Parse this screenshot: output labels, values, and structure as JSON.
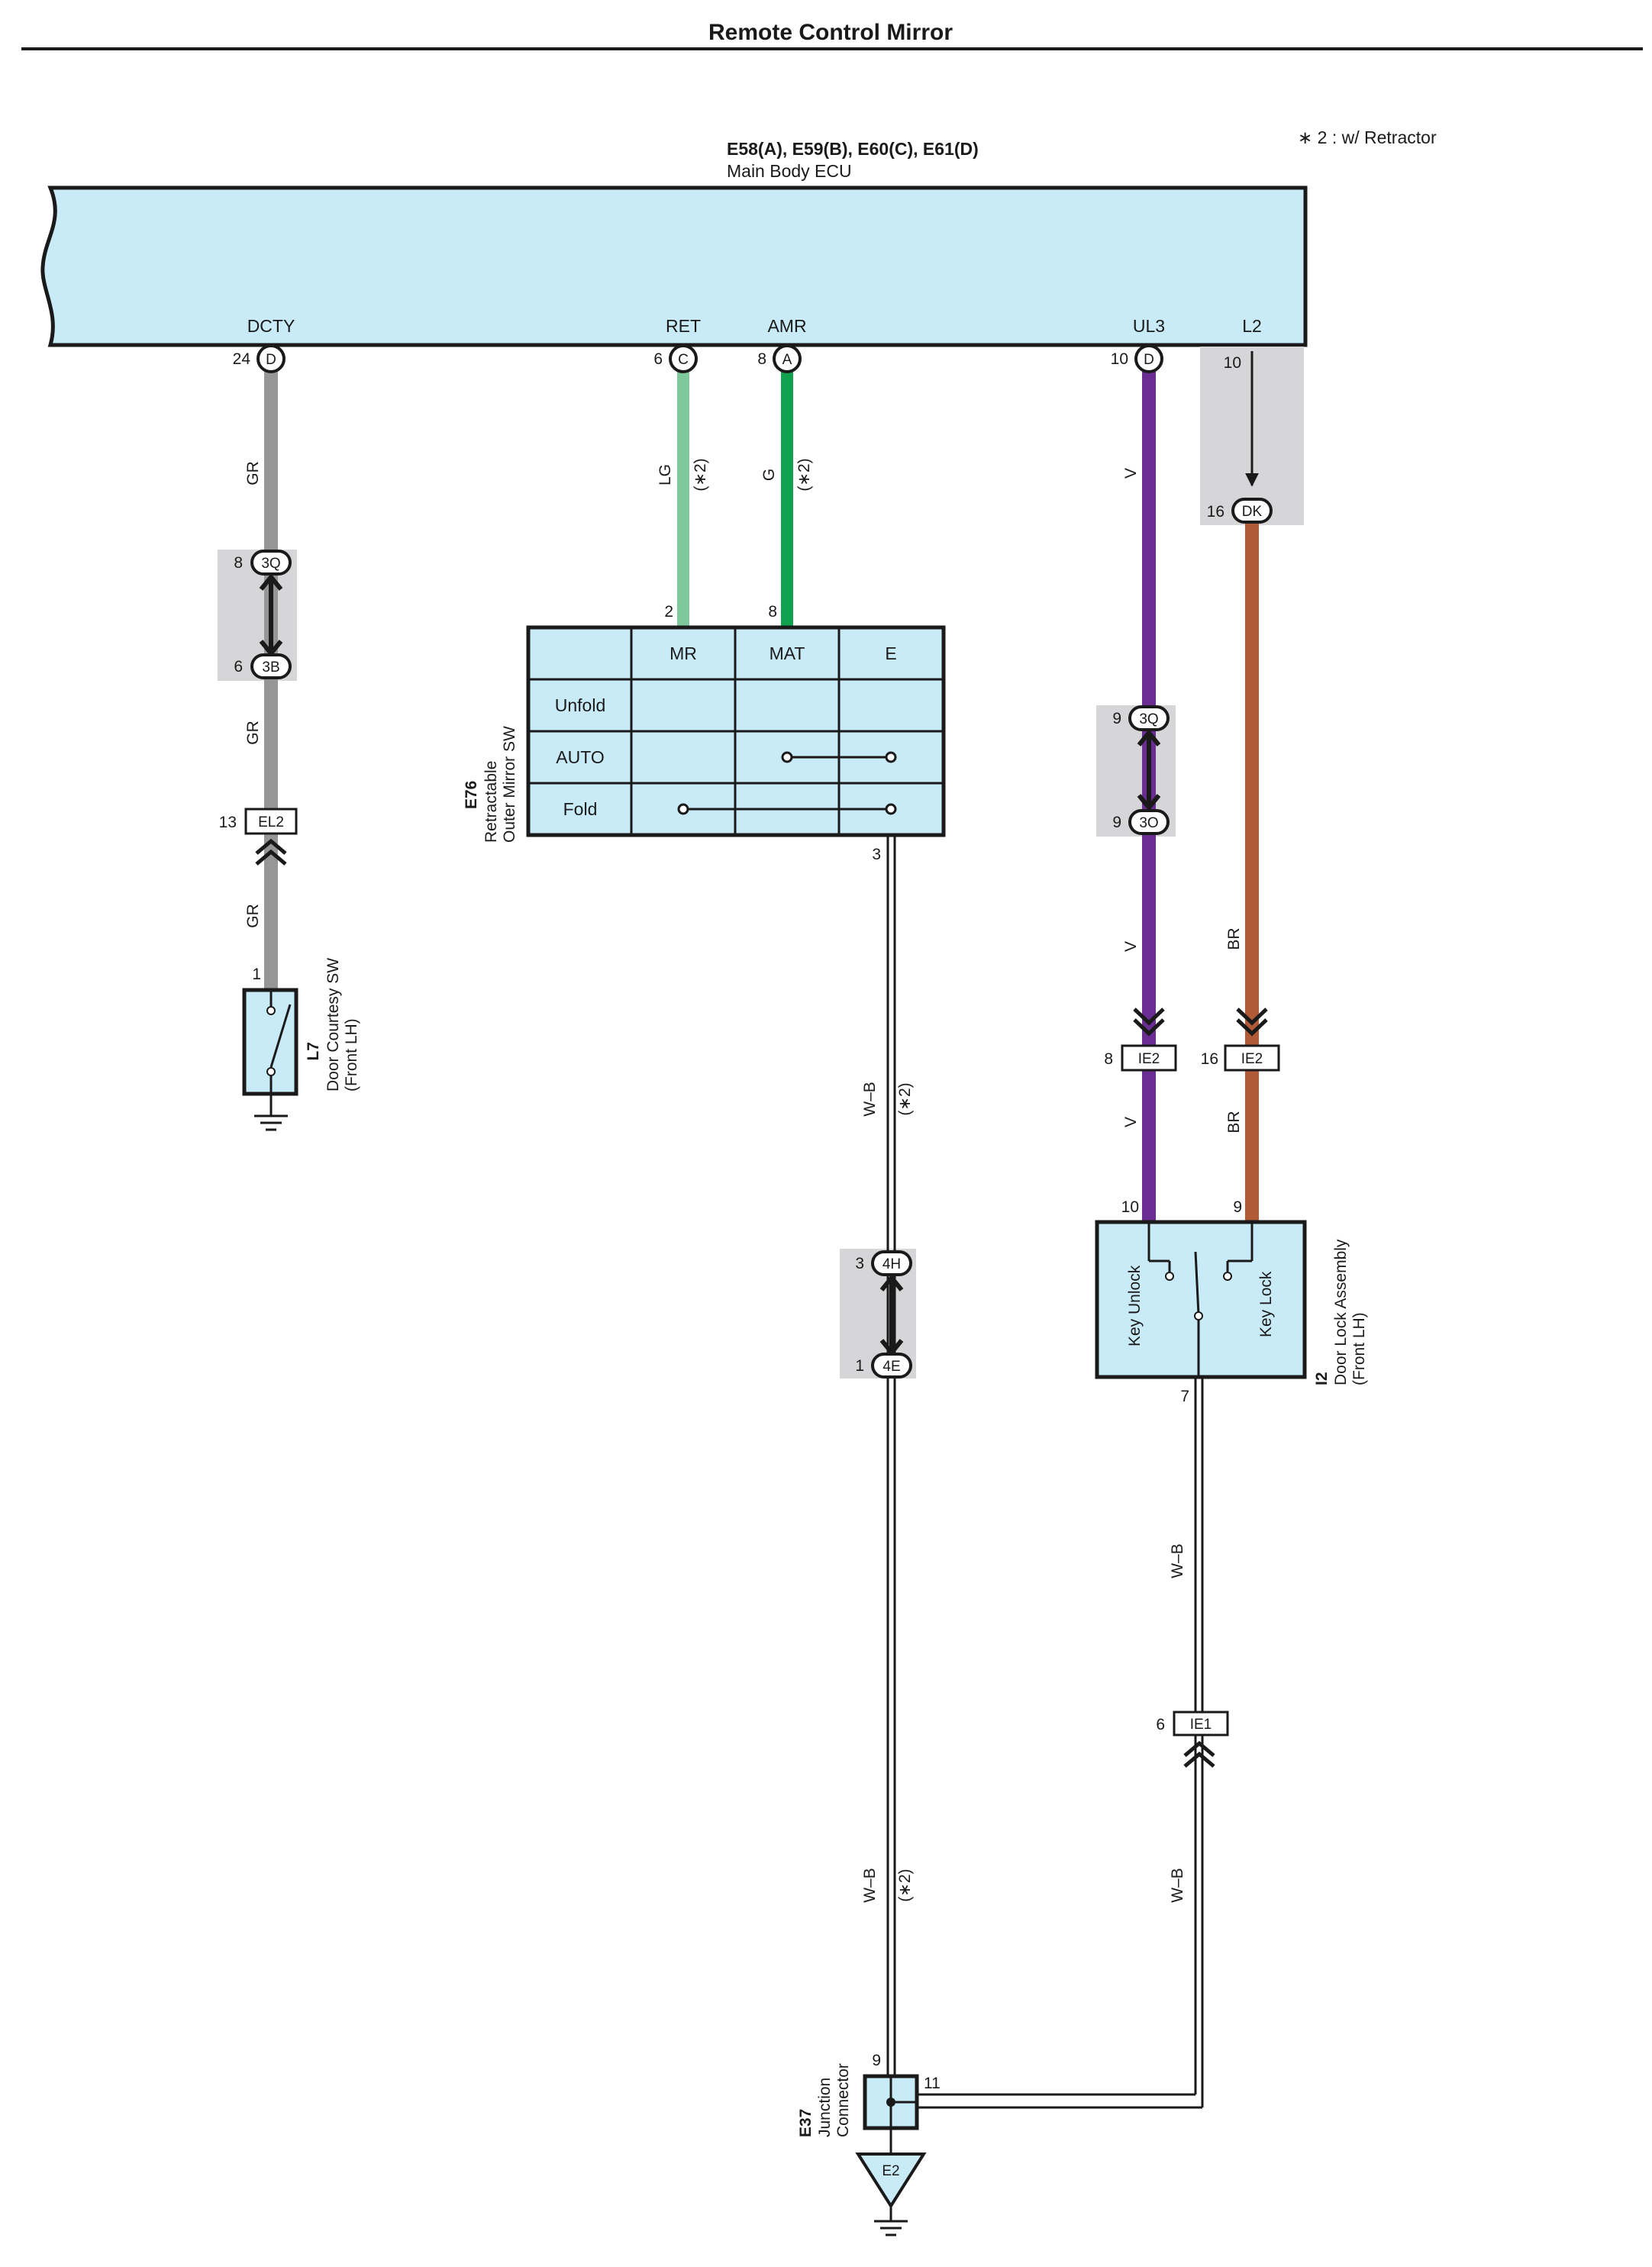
{
  "page": {
    "title": "Remote Control Mirror",
    "note": "∗ 2 : w/ Retractor"
  },
  "ecu": {
    "code": "E58(A), E59(B), E60(C), E61(D)",
    "name": "Main Body ECU",
    "terminals": [
      {
        "name": "DCTY",
        "pin": "24",
        "conn": "D"
      },
      {
        "name": "RET",
        "pin": "6",
        "conn": "C"
      },
      {
        "name": "AMR",
        "pin": "8",
        "conn": "A"
      },
      {
        "name": "UL3",
        "pin": "10",
        "conn": "D"
      },
      {
        "name": "L2",
        "pin": "10"
      }
    ]
  },
  "wires": {
    "dcty_1": "GR",
    "dcty_2": "GR",
    "dcty_3": "GR",
    "ret": "LG",
    "ret_note": "(∗2)",
    "amr": "G",
    "amr_note": "(∗2)",
    "ul3_1": "V",
    "ul3_2": "V",
    "ul3_3": "V",
    "l2_1": "BR",
    "l2_2": "BR",
    "e76_gnd_1": "W–B",
    "e76_gnd_1_note": "(∗2)",
    "e76_gnd_2": "W–B",
    "e76_gnd_2_note": "(∗2)",
    "i2_gnd_1": "W–B",
    "i2_gnd_2": "W–B"
  },
  "connectors": {
    "c3q_a": {
      "pin": "8",
      "label": "3Q"
    },
    "c3b": {
      "pin": "6",
      "label": "3B"
    },
    "el2": {
      "pin": "13",
      "label": "EL2"
    },
    "dk": {
      "pin": "16",
      "label": "DK"
    },
    "c3q_b": {
      "pin": "9",
      "label": "3Q"
    },
    "c3o": {
      "pin": "9",
      "label": "3O"
    },
    "ie2_a": {
      "pin": "8",
      "label": "IE2"
    },
    "ie2_b": {
      "pin": "16",
      "label": "IE2"
    },
    "c4h": {
      "pin": "3",
      "label": "4H"
    },
    "c4e": {
      "pin": "1",
      "label": "4E"
    },
    "ie1": {
      "pin": "6",
      "label": "IE1"
    }
  },
  "l7": {
    "code": "L7",
    "name": "Door Courtesy SW",
    "sub": "(Front LH)",
    "pin": "1"
  },
  "e76": {
    "code": "E76",
    "name": "Retractable",
    "name2": "Outer Mirror SW",
    "cols": [
      "MR",
      "MAT",
      "E"
    ],
    "rows": [
      "Unfold",
      "AUTO",
      "Fold"
    ],
    "pin_mr": "2",
    "pin_mat": "8",
    "pin_e": "3"
  },
  "i2": {
    "code": "I2",
    "name": "Door Lock Assembly",
    "sub": "(Front LH)",
    "left": "Key Unlock",
    "right": "Key Lock",
    "pin_unlock": "10",
    "pin_lock": "9",
    "pin_gnd": "7"
  },
  "e37": {
    "code": "E37",
    "name": "Junction",
    "name2": "Connector",
    "pin_top": "9",
    "pin_right": "11",
    "ground": "E2"
  },
  "colors": {
    "ecu_fill": "#c9ebf8",
    "gray": "#969696",
    "lg": "#7ec99b",
    "g": "#11a24f",
    "v": "#6a2d91",
    "br": "#b05a38",
    "shade": "#d6d6d8"
  }
}
